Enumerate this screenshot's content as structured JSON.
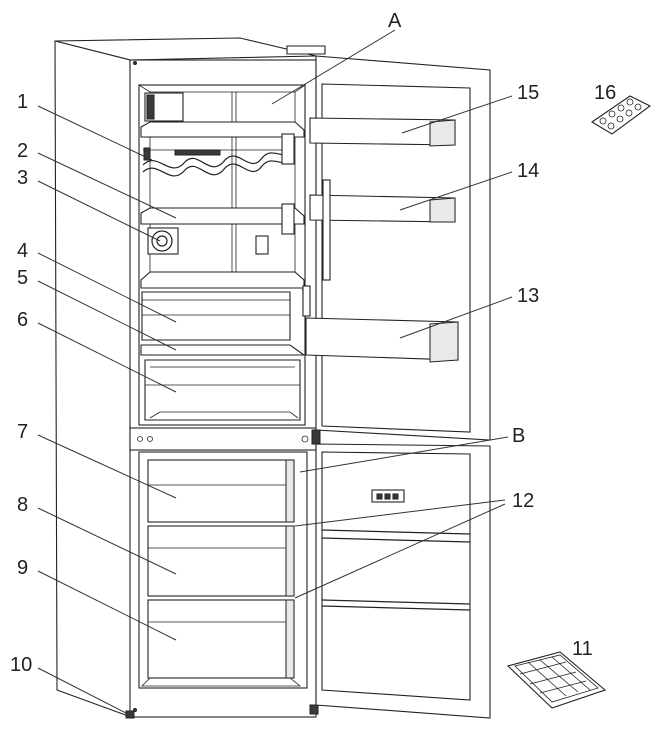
{
  "callouts": {
    "c1": "1",
    "c2": "2",
    "c3": "3",
    "c4": "4",
    "c5": "5",
    "c6": "6",
    "c7": "7",
    "c8": "8",
    "c9": "9",
    "c10": "10",
    "c11": "11",
    "c12": "12",
    "c13": "13",
    "c14": "14",
    "c15": "15",
    "c16": "16",
    "cA": "A",
    "cB": "B"
  },
  "colors": {
    "line": "#222222",
    "background": "#ffffff",
    "shade": "#e9e9e9"
  }
}
